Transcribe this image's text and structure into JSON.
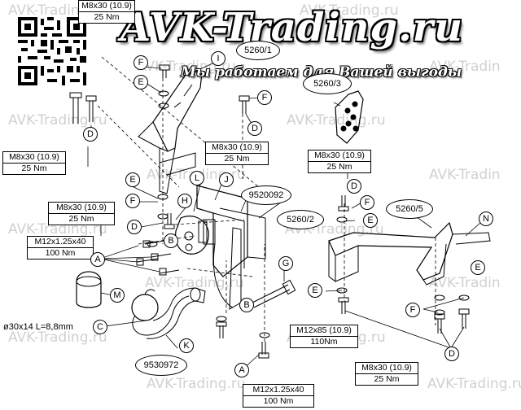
{
  "watermark": {
    "brand": "AVK-Trading.ru",
    "slogan": "Мы работаем для Вашей выгоды",
    "tiles": [
      "AVK-Trading.ru",
      "AVK-Trading.ru",
      "AVK-Trading.ru",
      "AVK-Trading.ru",
      "AVK-Trading.ru",
      "AVK-Tradin",
      "AVK-Trading.ru",
      "AVK-Trading.ru",
      "AVK-Trading.ru",
      "AVK-Tradin",
      "AVK-Trading.ru",
      "AVK-Tradin",
      "AVK-Trading.ru",
      "AVK-Trading.ru",
      "AVK-Trading.ru",
      "AVK-Trading.ru"
    ]
  },
  "spec_boxes": {
    "top_partial": {
      "line1": "M8x30 (10.9)",
      "line2": "25 Nm"
    },
    "left_d": {
      "line1": "M8x30 (10.9)",
      "line2": "25 Nm"
    },
    "center_d": {
      "line1": "M8x30 (10.9)",
      "line2": "25 Nm"
    },
    "right_d": {
      "line1": "M8x30 (10.9)",
      "line2": "25 Nm"
    },
    "left_h": {
      "line1": "M8x30 (10.9)",
      "line2": "25 Nm"
    },
    "a_top": {
      "line1": "M12x1.25x40",
      "line2": "100 Nm"
    },
    "g": {
      "line1": "M12x85 (10.9)",
      "line2": "110Nm"
    },
    "a_bottom": {
      "line1": "M12x1.25x40",
      "line2": "100 Nm"
    },
    "bottom_d": {
      "line1": "M8x30 (10.9)",
      "line2": "25 Nm"
    }
  },
  "part_codes": {
    "p9520092": "9520092",
    "p5260_2": "5260/2",
    "p5260_5": "5260/5",
    "p5260_1": "5260/1",
    "p5260_3": "5260/3",
    "p9530972": "9530972",
    "ball": "ø30x14 L=8,8mm"
  },
  "callouts": {
    "F1": "F",
    "F2": "F",
    "F3": "F",
    "F4": "F",
    "F5": "F",
    "E1": "E",
    "E2": "E",
    "E3": "E",
    "E4": "E",
    "E5": "E",
    "D1": "D",
    "D2": "D",
    "D3": "D",
    "D4": "D",
    "D5": "D",
    "I": "I",
    "J": "J",
    "L": "L",
    "H": "H",
    "B1": "B",
    "B2": "B",
    "A1": "A",
    "A2": "A",
    "C": "C",
    "M": "M",
    "K": "K",
    "G": "G",
    "N": "N"
  }
}
